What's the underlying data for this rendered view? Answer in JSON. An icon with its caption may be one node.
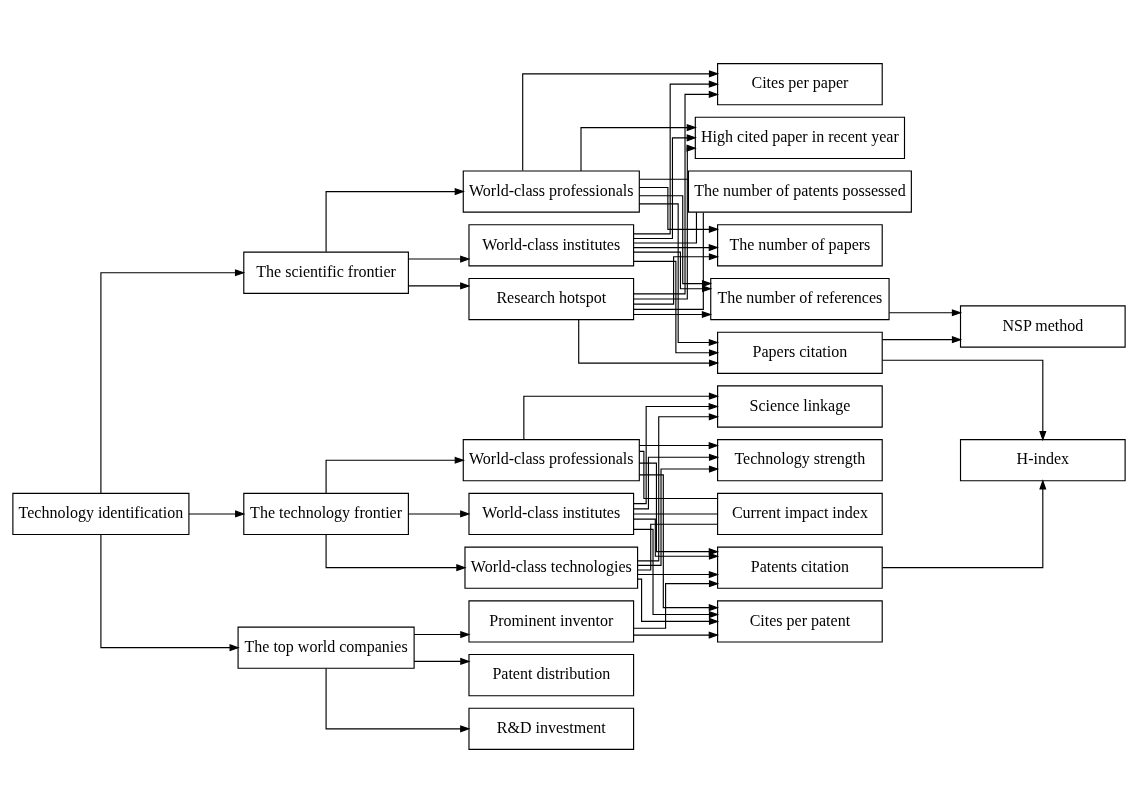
{
  "diagram": {
    "nodes": [
      {
        "text": [
          "Technology identification"
        ]
      },
      {
        "text": [
          "The scientific frontier"
        ]
      },
      {
        "text": [
          "The technology frontier"
        ]
      },
      {
        "text": [
          "The top world companies"
        ]
      },
      {
        "text": [
          "World-class professionals"
        ]
      },
      {
        "text": [
          "World-class institutes"
        ]
      },
      {
        "text": [
          "Research hotspot"
        ]
      },
      {
        "text": [
          "The number of papers"
        ]
      },
      {
        "text": [
          "The number of references"
        ]
      },
      {
        "text": [
          "Papers citation"
        ]
      },
      {
        "text": [
          "Cites per paper"
        ]
      },
      {
        "text": [
          "High cited paper in recent year"
        ]
      },
      {
        "text": [
          "The number of patents possessed"
        ]
      },
      {
        "text": [
          "NSP method"
        ]
      },
      {
        "text": [
          "H-index"
        ]
      },
      {
        "text": [
          "World-class professionals"
        ]
      },
      {
        "text": [
          "World-class institutes"
        ]
      },
      {
        "text": [
          "World-class technologies"
        ]
      },
      {
        "text": [
          "Patents citation"
        ]
      },
      {
        "text": [
          "Cites per patent"
        ]
      },
      {
        "text": [
          "Science linkage"
        ]
      },
      {
        "text": [
          "Technology strength"
        ]
      },
      {
        "text": [
          "Current impact index"
        ]
      },
      {
        "text": [
          "R&D investment"
        ]
      },
      {
        "text": [
          "Patent distribution"
        ]
      },
      {
        "text": [
          "Prominent inventor"
        ]
      }
    ],
    "edges": [
      {
        "from": 0,
        "to": 1,
        "arrow": "to"
      },
      {
        "from": 0,
        "to": 2,
        "arrow": "to"
      },
      {
        "from": 0,
        "to": 3,
        "arrow": "to"
      },
      {
        "from": 1,
        "to": 4,
        "arrow": "to"
      },
      {
        "from": 1,
        "to": 5,
        "arrow": "to"
      },
      {
        "from": 1,
        "to": 6,
        "arrow": "to"
      },
      {
        "from": 4,
        "to": 7,
        "arrow": "to"
      },
      {
        "from": 4,
        "to": 8,
        "arrow": "to"
      },
      {
        "from": 4,
        "to": 9,
        "arrow": "to"
      },
      {
        "from": 4,
        "to": 10,
        "arrow": "to"
      },
      {
        "from": 4,
        "to": 11,
        "arrow": "to"
      },
      {
        "from": 4,
        "to": 12,
        "arrow": "none"
      },
      {
        "from": 5,
        "to": 7,
        "arrow": "to"
      },
      {
        "from": 5,
        "to": 8,
        "arrow": "to"
      },
      {
        "from": 5,
        "to": 9,
        "arrow": "to"
      },
      {
        "from": 5,
        "to": 10,
        "arrow": "to"
      },
      {
        "from": 5,
        "to": 11,
        "arrow": "to"
      },
      {
        "from": 5,
        "to": 12,
        "arrow": "none"
      },
      {
        "from": 6,
        "to": 7,
        "arrow": "to"
      },
      {
        "from": 6,
        "to": 8,
        "arrow": "to"
      },
      {
        "from": 6,
        "to": 9,
        "arrow": "to"
      },
      {
        "from": 6,
        "to": 10,
        "arrow": "to"
      },
      {
        "from": 6,
        "to": 11,
        "arrow": "to"
      },
      {
        "from": 6,
        "to": 12,
        "arrow": "none"
      },
      {
        "from": 8,
        "to": 13,
        "arrow": "to"
      },
      {
        "from": 9,
        "to": 13,
        "arrow": "to"
      },
      {
        "from": 9,
        "to": 14,
        "arrow": "to"
      },
      {
        "from": 18,
        "to": 14,
        "arrow": "to"
      },
      {
        "from": 2,
        "to": 15,
        "arrow": "to"
      },
      {
        "from": 2,
        "to": 16,
        "arrow": "to"
      },
      {
        "from": 2,
        "to": 17,
        "arrow": "to"
      },
      {
        "from": 15,
        "to": 18,
        "arrow": "to"
      },
      {
        "from": 15,
        "to": 19,
        "arrow": "to"
      },
      {
        "from": 15,
        "to": 20,
        "arrow": "to"
      },
      {
        "from": 15,
        "to": 21,
        "arrow": "to"
      },
      {
        "from": 15,
        "to": 22,
        "arrow": "none"
      },
      {
        "from": 16,
        "to": 18,
        "arrow": "to"
      },
      {
        "from": 16,
        "to": 19,
        "arrow": "to"
      },
      {
        "from": 16,
        "to": 20,
        "arrow": "to"
      },
      {
        "from": 16,
        "to": 21,
        "arrow": "to"
      },
      {
        "from": 16,
        "to": 22,
        "arrow": "none"
      },
      {
        "from": 17,
        "to": 18,
        "arrow": "to"
      },
      {
        "from": 17,
        "to": 19,
        "arrow": "to"
      },
      {
        "from": 17,
        "to": 20,
        "arrow": "to"
      },
      {
        "from": 17,
        "to": 21,
        "arrow": "to"
      },
      {
        "from": 17,
        "to": 22,
        "arrow": "none"
      },
      {
        "from": 3,
        "to": 23,
        "arrow": "to"
      },
      {
        "from": 3,
        "to": 24,
        "arrow": "to"
      },
      {
        "from": 3,
        "to": 25,
        "arrow": "to"
      },
      {
        "from": 25,
        "to": 18,
        "arrow": "to"
      },
      {
        "from": 25,
        "to": 19,
        "arrow": "to"
      }
    ]
  }
}
